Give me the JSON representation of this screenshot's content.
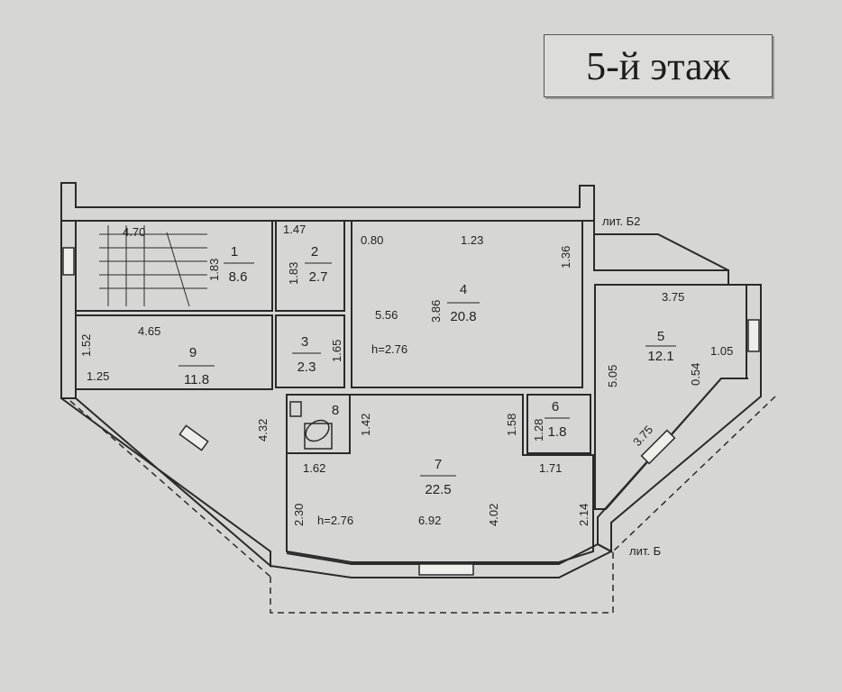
{
  "title": "5-й этаж",
  "labels": {
    "lit_b2": "лит. Б2",
    "lit_b": "лит. Б"
  },
  "rooms": [
    {
      "number": "1",
      "area": "8.6"
    },
    {
      "number": "2",
      "area": "2.7"
    },
    {
      "number": "3",
      "area": "2.3"
    },
    {
      "number": "4",
      "area": "20.8"
    },
    {
      "number": "5",
      "area": "12.1"
    },
    {
      "number": "6",
      "area": "1.8"
    },
    {
      "number": "7",
      "area": "22.5"
    },
    {
      "number": "8",
      "area": ""
    },
    {
      "number": "9",
      "area": "11.8"
    }
  ],
  "dimensions": {
    "d470": "4.70",
    "d183a": "1.83",
    "d147": "1.47",
    "d183b": "1.83",
    "d080": "0.80",
    "d123": "1.23",
    "d136": "1.36",
    "d556": "5.56",
    "d386": "3.86",
    "h1": "h=2.76",
    "d165": "1.65",
    "d152": "1.52",
    "d465": "4.65",
    "d125": "1.25",
    "d432": "4.32",
    "d142": "1.42",
    "d162": "1.62",
    "d230": "2.30",
    "h2": "h=2.76",
    "d692": "6.92",
    "d402": "4.02",
    "d214": "2.14",
    "d158": "1.58",
    "d128": "1.28",
    "d171": "1.71",
    "d375a": "3.75",
    "d505": "5.05",
    "d054": "0.54",
    "d105": "1.05",
    "d375b": "3.75"
  }
}
